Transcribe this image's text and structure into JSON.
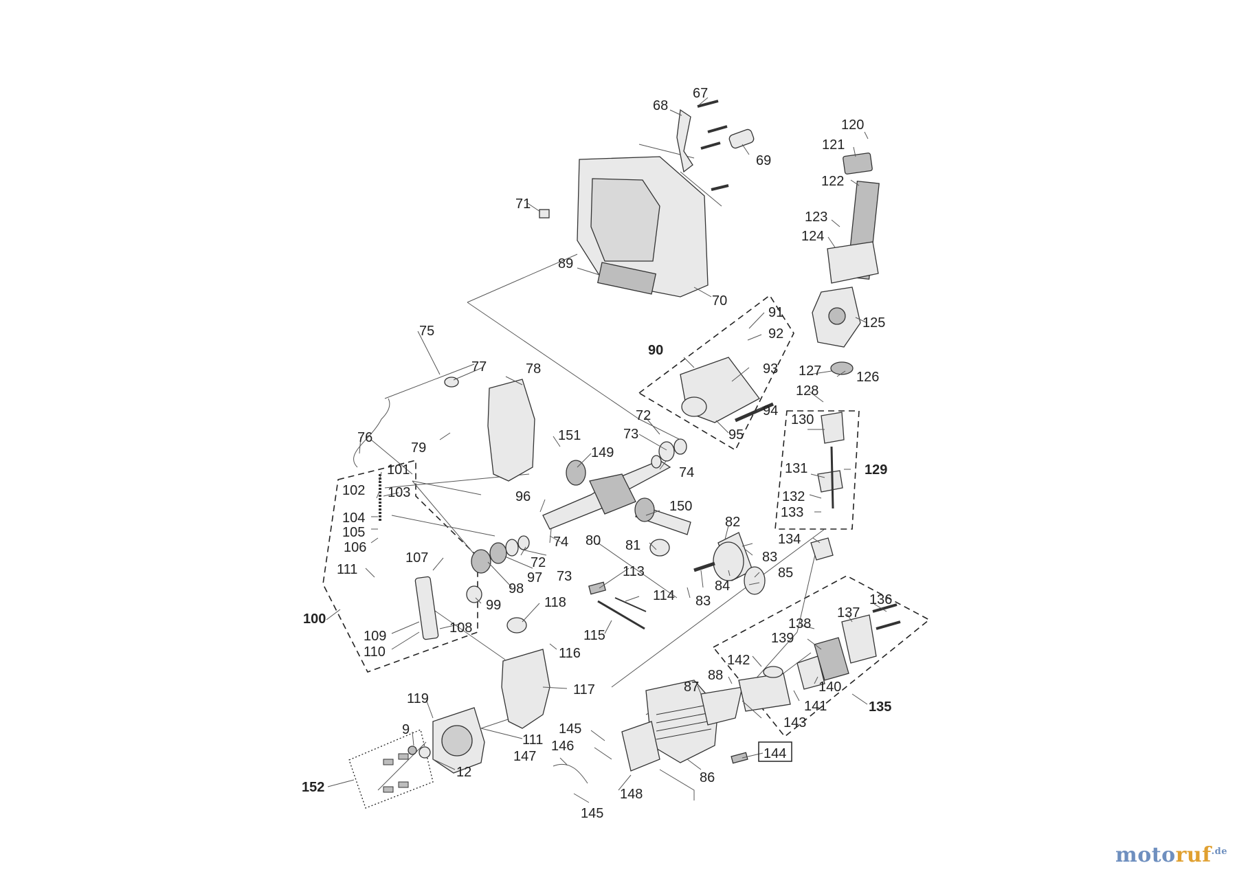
{
  "parts": [
    {
      "label": "67"
    },
    {
      "label": "68"
    },
    {
      "label": "69"
    },
    {
      "label": "120"
    },
    {
      "label": "121"
    },
    {
      "label": "122"
    },
    {
      "label": "71"
    },
    {
      "label": "123"
    },
    {
      "label": "124"
    },
    {
      "label": "89"
    },
    {
      "label": "70"
    },
    {
      "label": "125"
    },
    {
      "label": "91"
    },
    {
      "label": "92"
    },
    {
      "label": "75"
    },
    {
      "label": "90",
      "group": true
    },
    {
      "label": "93"
    },
    {
      "label": "127"
    },
    {
      "label": "126"
    },
    {
      "label": "77"
    },
    {
      "label": "78"
    },
    {
      "label": "128"
    },
    {
      "label": "94"
    },
    {
      "label": "72"
    },
    {
      "label": "130"
    },
    {
      "label": "73"
    },
    {
      "label": "95"
    },
    {
      "label": "76"
    },
    {
      "label": "151"
    },
    {
      "label": "79"
    },
    {
      "label": "149"
    },
    {
      "label": "74"
    },
    {
      "label": "101"
    },
    {
      "label": "131"
    },
    {
      "label": "129",
      "group": true
    },
    {
      "label": "102"
    },
    {
      "label": "103"
    },
    {
      "label": "96"
    },
    {
      "label": "150"
    },
    {
      "label": "132"
    },
    {
      "label": "104"
    },
    {
      "label": "133"
    },
    {
      "label": "82"
    },
    {
      "label": "105"
    },
    {
      "label": "106"
    },
    {
      "label": "74"
    },
    {
      "label": "80"
    },
    {
      "label": "134"
    },
    {
      "label": "81"
    },
    {
      "label": "83"
    },
    {
      "label": "107"
    },
    {
      "label": "72"
    },
    {
      "label": "111"
    },
    {
      "label": "73"
    },
    {
      "label": "97"
    },
    {
      "label": "113"
    },
    {
      "label": "85"
    },
    {
      "label": "84"
    },
    {
      "label": "98"
    },
    {
      "label": "114"
    },
    {
      "label": "136"
    },
    {
      "label": "83"
    },
    {
      "label": "99"
    },
    {
      "label": "118"
    },
    {
      "label": "100",
      "group": true
    },
    {
      "label": "137"
    },
    {
      "label": "138"
    },
    {
      "label": "108"
    },
    {
      "label": "115"
    },
    {
      "label": "109"
    },
    {
      "label": "139"
    },
    {
      "label": "116"
    },
    {
      "label": "110"
    },
    {
      "label": "142"
    },
    {
      "label": "88"
    },
    {
      "label": "140"
    },
    {
      "label": "87"
    },
    {
      "label": "117"
    },
    {
      "label": "141"
    },
    {
      "label": "119"
    },
    {
      "label": "135",
      "group": true
    },
    {
      "label": "143"
    },
    {
      "label": "9"
    },
    {
      "label": "145"
    },
    {
      "label": "111"
    },
    {
      "label": "146"
    },
    {
      "label": "144",
      "boxed": true
    },
    {
      "label": "147"
    },
    {
      "label": "12"
    },
    {
      "label": "86"
    },
    {
      "label": "152",
      "group": true
    },
    {
      "label": "148"
    },
    {
      "label": "145"
    }
  ],
  "watermark": {
    "text_a": "moto",
    "text_b": "ruf",
    "suffix": ".de"
  }
}
